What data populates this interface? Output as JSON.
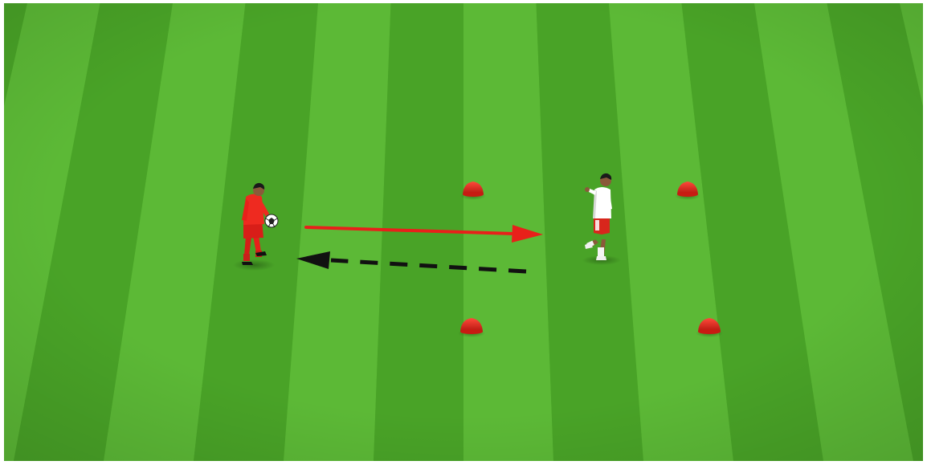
{
  "scene": {
    "type": "soccer-drill-diagram",
    "colors": {
      "grass_dark": "#49a327",
      "grass_light": "#5cb936",
      "passer_kit": "#e8201a",
      "receiver_kit": "#ffffff",
      "receiver_shorts": "#d8261c",
      "cone": "#e0261d",
      "pass_arrow": "#e8201a",
      "return_arrow": "#111111"
    },
    "players": [
      {
        "role": "passer",
        "kit": "red",
        "has_ball": true
      },
      {
        "role": "receiver",
        "kit": "white-red"
      }
    ],
    "cones": {
      "count": 4,
      "color": "red"
    },
    "arrows": [
      {
        "kind": "pass",
        "style": "solid",
        "direction": "right"
      },
      {
        "kind": "return",
        "style": "dashed",
        "direction": "left"
      }
    ]
  }
}
